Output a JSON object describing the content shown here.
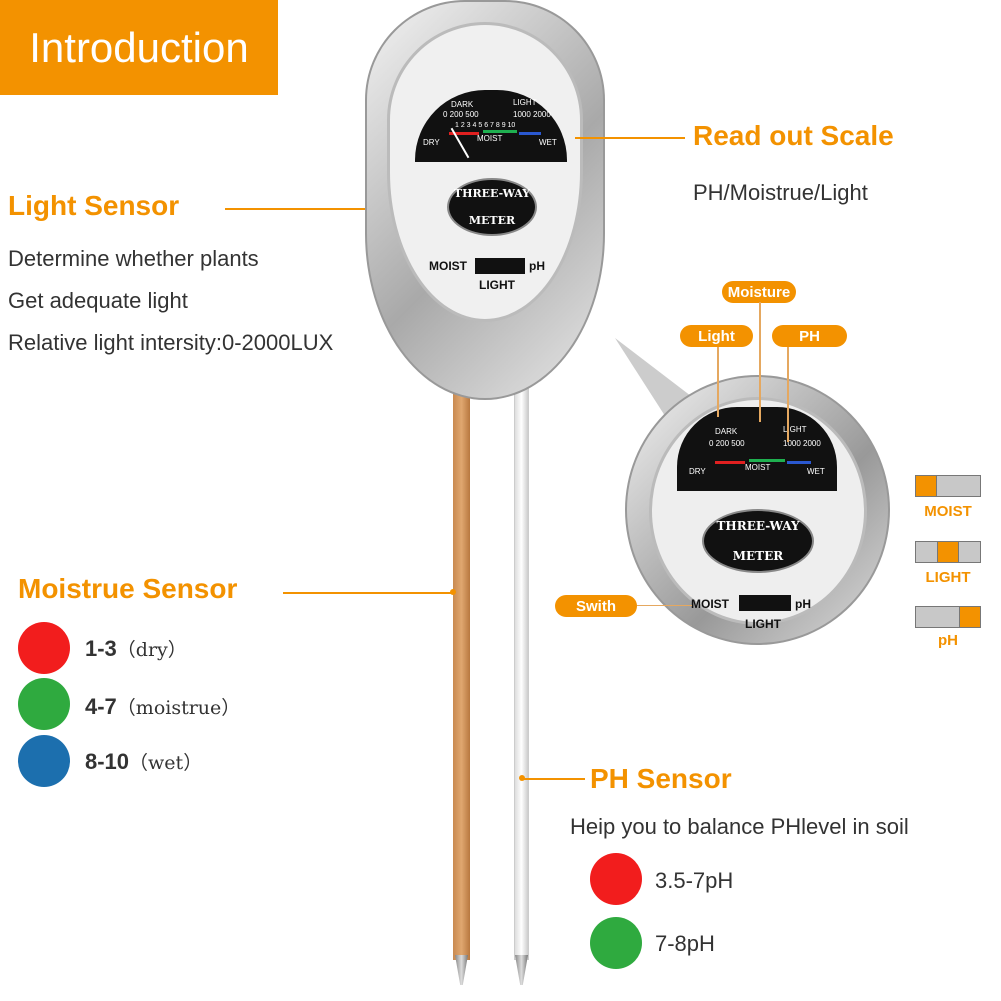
{
  "banner": {
    "title": "Introduction"
  },
  "light_sensor": {
    "title": "Light Sensor",
    "lines": [
      "Determine whether plants",
      "Get adequate light",
      "Relative light intersity:0-2000LUX"
    ]
  },
  "readout": {
    "title": "Read out Scale",
    "subtitle": "PH/Moistrue/Light"
  },
  "meter": {
    "dark": "DARK",
    "light": "LIGHT",
    "scale_light": "0 200 500",
    "scale_light_high": "1000 2000",
    "scale_moist": "1 2 3 4 5 6 7 8 9 10",
    "dry": "DRY",
    "moist": "MOIST",
    "wet": "WET",
    "plate_top": "THREE-WAY",
    "plate_bottom": "METER",
    "switch_left": "MOIST",
    "switch_right": "pH",
    "switch_bottom": "LIGHT"
  },
  "callouts": {
    "moisture": "Moisture",
    "light": "Light",
    "ph": "PH",
    "switch": "Swith"
  },
  "switch_positions": [
    {
      "label": "MOIST",
      "pos": 0
    },
    {
      "label": "LIGHT",
      "pos": 0.5
    },
    {
      "label": "pH",
      "pos": 1
    }
  ],
  "moisture_sensor": {
    "title": "Moistrue Sensor",
    "levels": [
      {
        "range": "1-3",
        "desc": "（dry）",
        "color": "#f21d1d"
      },
      {
        "range": "4-7",
        "desc": "（moistrue）",
        "color": "#2faa3f"
      },
      {
        "range": "8-10",
        "desc": "（wet）",
        "color": "#1c6fae"
      }
    ]
  },
  "ph_sensor": {
    "title": "PH Sensor",
    "subtitle": "Heip you to balance PHlevel in soil",
    "levels": [
      {
        "range": "3.5-7pH",
        "color": "#f21d1d"
      },
      {
        "range": "7-8pH",
        "color": "#2faa3f"
      }
    ]
  }
}
